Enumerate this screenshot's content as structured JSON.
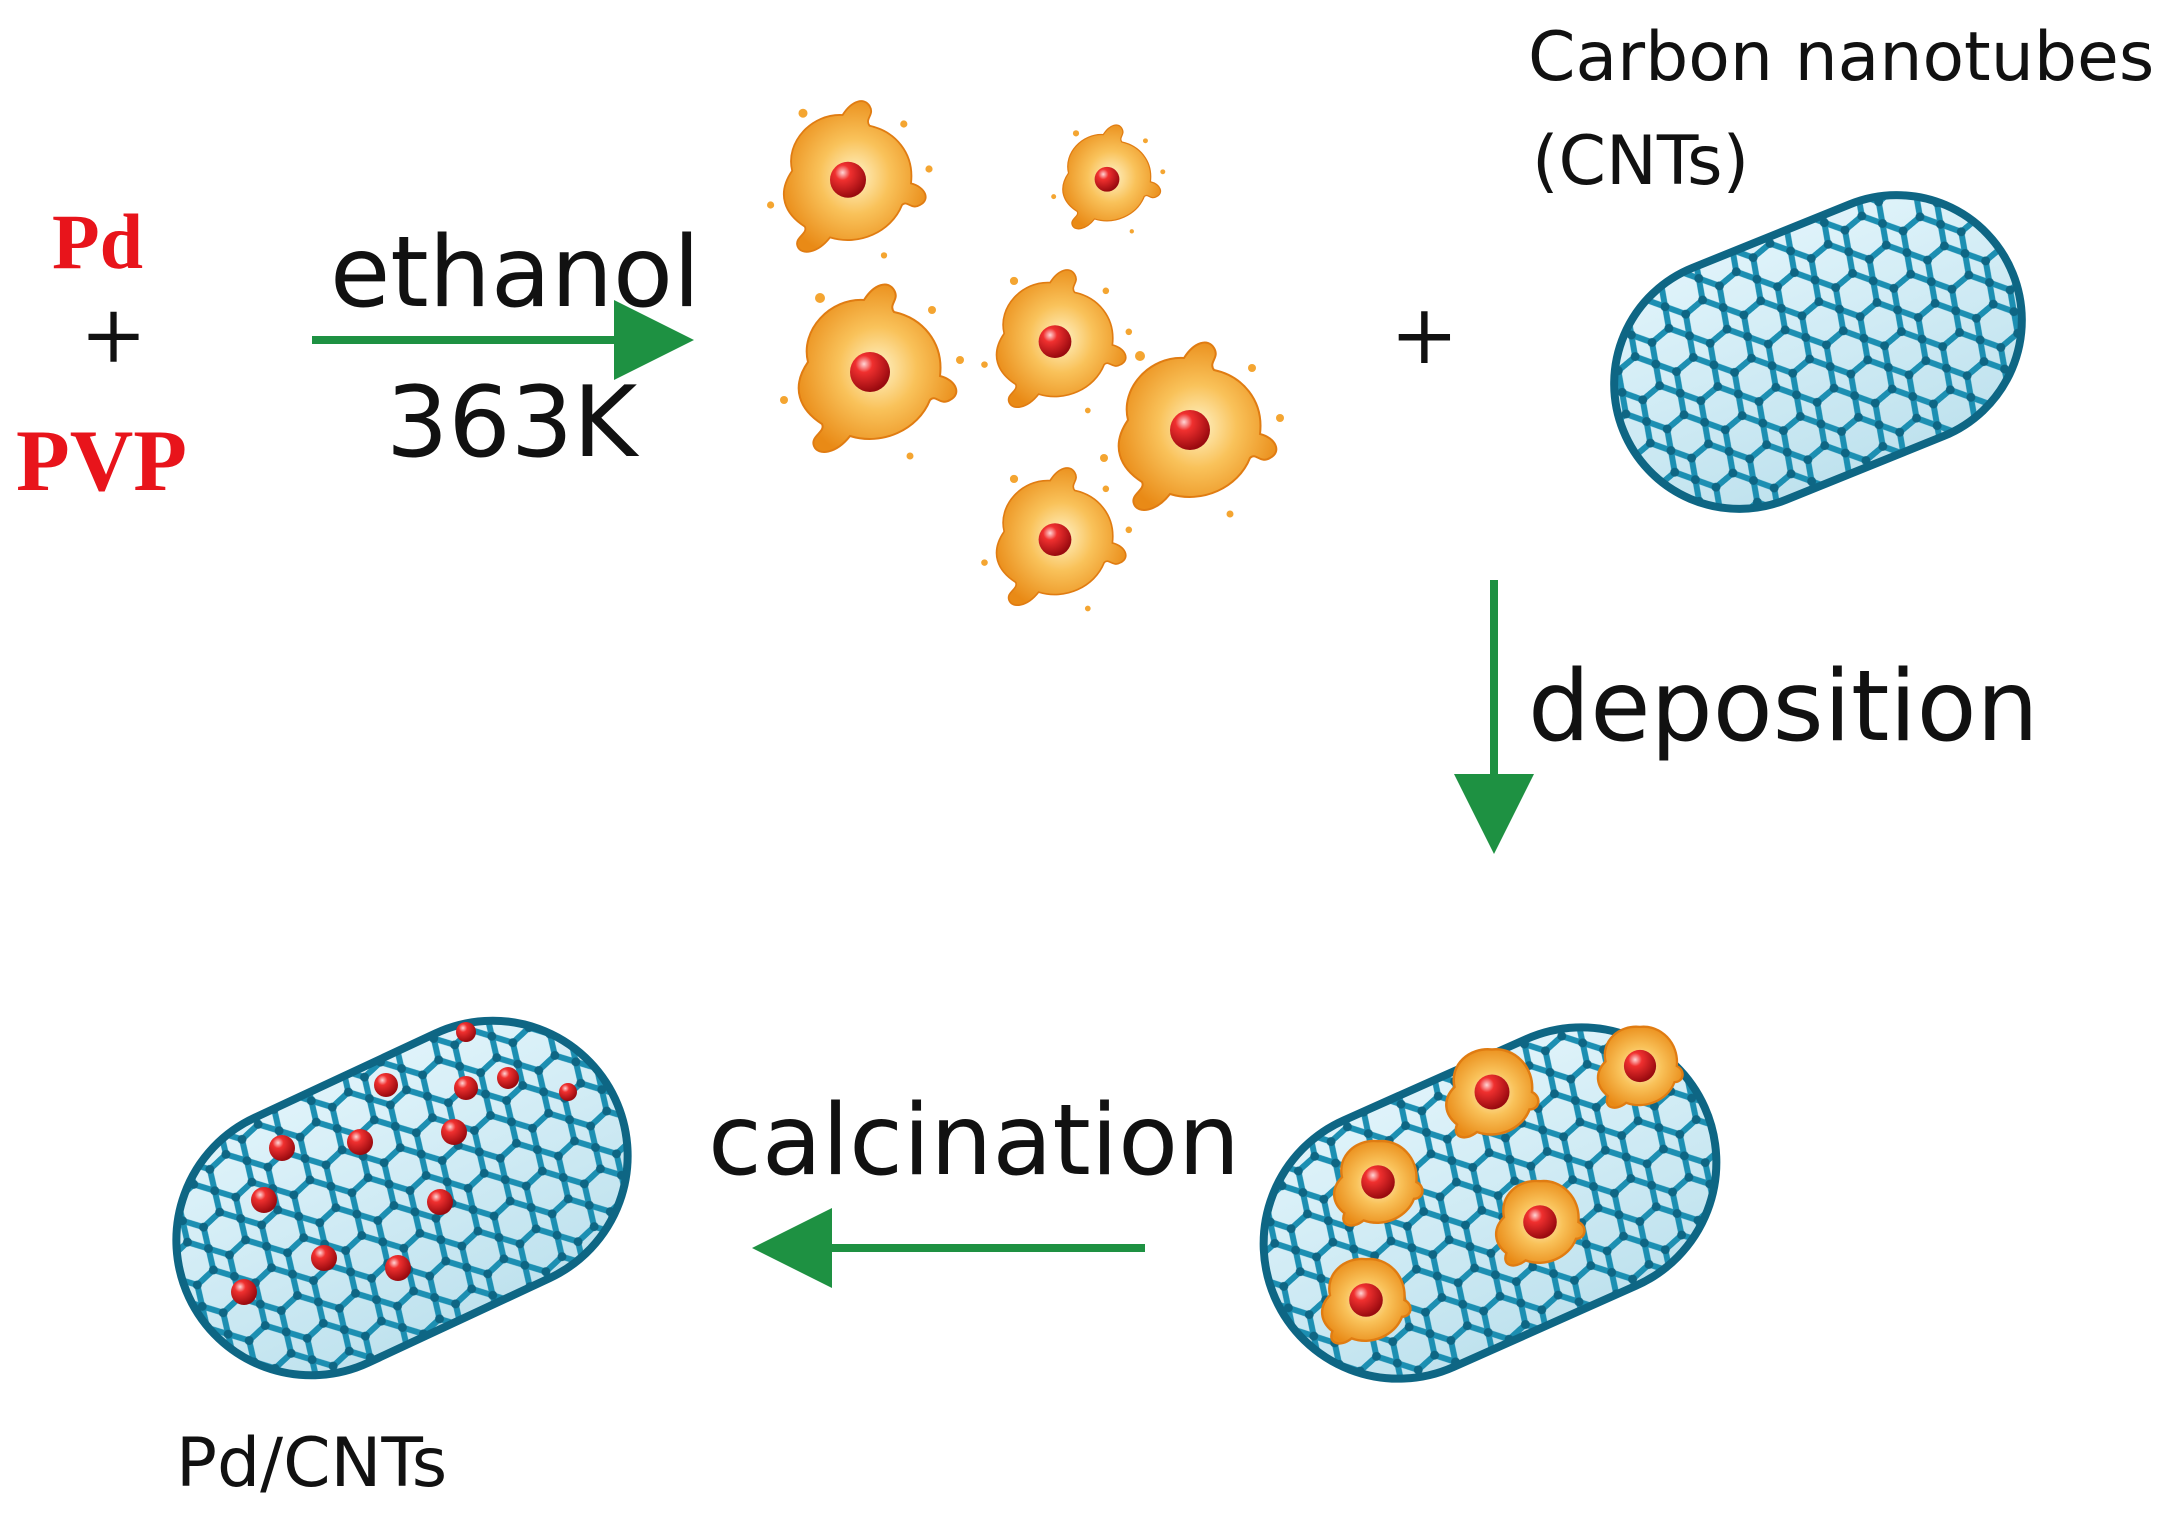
{
  "colors": {
    "reagent": "#e8141b",
    "arrow": "#1e9142",
    "text": "#111111",
    "nanotube": "#1c8fb2",
    "nanotube_dark": "#0e6684",
    "particle_core": "#e3121b",
    "particle_shell": "#f4a531"
  },
  "reagents": {
    "pd": "Pd",
    "plus": "+",
    "pvp": "PVP"
  },
  "step1": {
    "top_label": "ethanol",
    "bottom_label": "363K"
  },
  "middle_plus": "+",
  "cnt_label": {
    "line1": "Carbon nanotubes",
    "line2": "(CNTs)"
  },
  "step2": {
    "label": "deposition"
  },
  "step3": {
    "label": "calcination"
  },
  "product_label": "Pd/CNTs",
  "icons": [
    "pd-pvp-particle-icon",
    "carbon-nanotube-icon",
    "loaded-nanotube-icon",
    "pd-cnt-nanotube-icon"
  ]
}
